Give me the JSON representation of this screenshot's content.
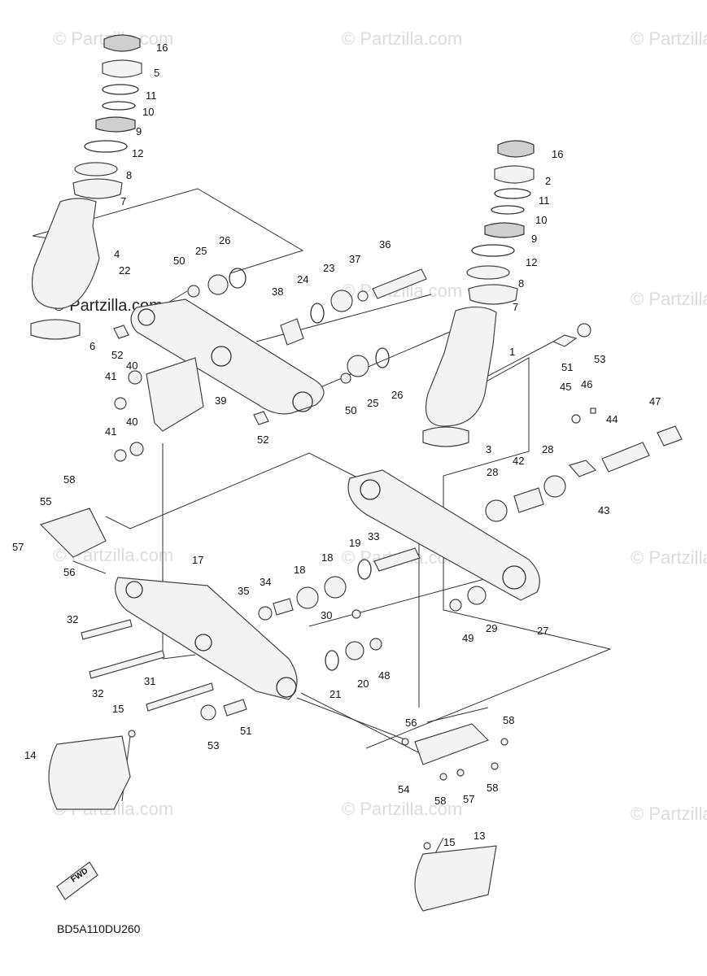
{
  "watermark": "© Partzilla.com",
  "diagram_code": "BD5A110DU260",
  "fwd_label": "FWD",
  "callouts": [
    {
      "id": "c16a",
      "text": "16"
    },
    {
      "id": "c5",
      "text": "5"
    },
    {
      "id": "c11a",
      "text": "11"
    },
    {
      "id": "c10a",
      "text": "10"
    },
    {
      "id": "c9a",
      "text": "9"
    },
    {
      "id": "c12a",
      "text": "12"
    },
    {
      "id": "c8a",
      "text": "8"
    },
    {
      "id": "c7a",
      "text": "7"
    },
    {
      "id": "c4",
      "text": "4"
    },
    {
      "id": "c6",
      "text": "6"
    },
    {
      "id": "c16b",
      "text": "16"
    },
    {
      "id": "c2",
      "text": "2"
    },
    {
      "id": "c11b",
      "text": "11"
    },
    {
      "id": "c10b",
      "text": "10"
    },
    {
      "id": "c9b",
      "text": "9"
    },
    {
      "id": "c12b",
      "text": "12"
    },
    {
      "id": "c8b",
      "text": "8"
    },
    {
      "id": "c7b",
      "text": "7"
    },
    {
      "id": "c1",
      "text": "1"
    },
    {
      "id": "c3",
      "text": "3"
    },
    {
      "id": "c36",
      "text": "36"
    },
    {
      "id": "c37",
      "text": "37"
    },
    {
      "id": "c23",
      "text": "23"
    },
    {
      "id": "c24",
      "text": "24"
    },
    {
      "id": "c38",
      "text": "38"
    },
    {
      "id": "c26a",
      "text": "26"
    },
    {
      "id": "c25a",
      "text": "25"
    },
    {
      "id": "c50a",
      "text": "50"
    },
    {
      "id": "c22",
      "text": "22"
    },
    {
      "id": "c52a",
      "text": "52"
    },
    {
      "id": "c40a",
      "text": "40"
    },
    {
      "id": "c41a",
      "text": "41"
    },
    {
      "id": "c39",
      "text": "39"
    },
    {
      "id": "c40b",
      "text": "40"
    },
    {
      "id": "c41b",
      "text": "41"
    },
    {
      "id": "c52b",
      "text": "52"
    },
    {
      "id": "c50b",
      "text": "50"
    },
    {
      "id": "c25b",
      "text": "25"
    },
    {
      "id": "c26b",
      "text": "26"
    },
    {
      "id": "c51a",
      "text": "51"
    },
    {
      "id": "c53a",
      "text": "53"
    },
    {
      "id": "c45",
      "text": "45"
    },
    {
      "id": "c46",
      "text": "46"
    },
    {
      "id": "c47",
      "text": "47"
    },
    {
      "id": "c44",
      "text": "44"
    },
    {
      "id": "c43",
      "text": "43"
    },
    {
      "id": "c28a",
      "text": "28"
    },
    {
      "id": "c28b",
      "text": "28"
    },
    {
      "id": "c42",
      "text": "42"
    },
    {
      "id": "c58a",
      "text": "58"
    },
    {
      "id": "c55",
      "text": "55"
    },
    {
      "id": "c57a",
      "text": "57"
    },
    {
      "id": "c56a",
      "text": "56"
    },
    {
      "id": "c17",
      "text": "17"
    },
    {
      "id": "c19",
      "text": "19"
    },
    {
      "id": "c33",
      "text": "33"
    },
    {
      "id": "c18a",
      "text": "18"
    },
    {
      "id": "c18b",
      "text": "18"
    },
    {
      "id": "c34",
      "text": "34"
    },
    {
      "id": "c35",
      "text": "35"
    },
    {
      "id": "c30",
      "text": "30"
    },
    {
      "id": "c49",
      "text": "49"
    },
    {
      "id": "c29",
      "text": "29"
    },
    {
      "id": "c27",
      "text": "27"
    },
    {
      "id": "c32a",
      "text": "32"
    },
    {
      "id": "c32b",
      "text": "32"
    },
    {
      "id": "c21",
      "text": "21"
    },
    {
      "id": "c20",
      "text": "20"
    },
    {
      "id": "c48",
      "text": "48"
    },
    {
      "id": "c31",
      "text": "31"
    },
    {
      "id": "c15a",
      "text": "15"
    },
    {
      "id": "c53b",
      "text": "53"
    },
    {
      "id": "c51b",
      "text": "51"
    },
    {
      "id": "c14",
      "text": "14"
    },
    {
      "id": "c56b",
      "text": "56"
    },
    {
      "id": "c58b",
      "text": "58"
    },
    {
      "id": "c58c",
      "text": "58"
    },
    {
      "id": "c54",
      "text": "54"
    },
    {
      "id": "c58d",
      "text": "58"
    },
    {
      "id": "c57b",
      "text": "57"
    },
    {
      "id": "c15b",
      "text": "15"
    },
    {
      "id": "c13",
      "text": "13"
    }
  ]
}
